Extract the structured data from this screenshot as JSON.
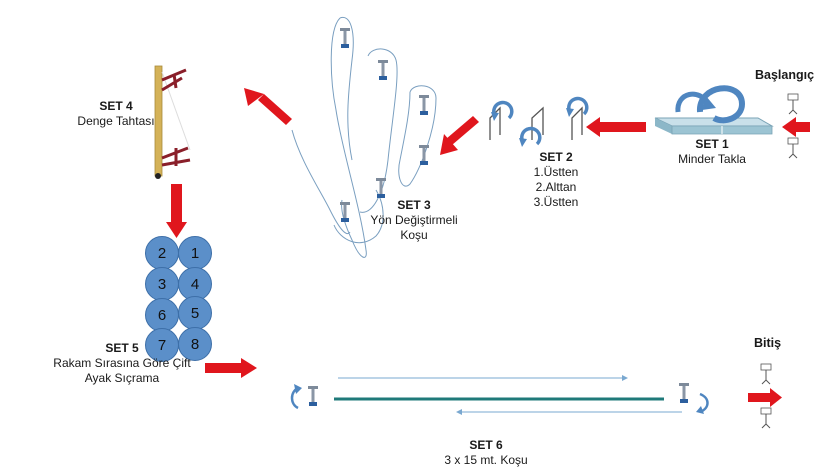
{
  "start_label": "Başlangıç",
  "finish_label": "Bitiş",
  "colors": {
    "arrow": "#e0161d",
    "course_line": "#1f7a7a",
    "circle": "#5b8fc9",
    "path": "#7a9fc0",
    "mat": "#a9cbd8"
  },
  "set1": {
    "title": "SET 1",
    "subtitle": "Minder Takla"
  },
  "set2": {
    "title": "SET 2",
    "items": [
      "1.Üstten",
      "2.Alttan",
      "3.Üstten"
    ]
  },
  "set3": {
    "title": "SET 3",
    "line1": "Yön Değiştirmeli",
    "line2": "Koşu"
  },
  "set4": {
    "title": "SET 4",
    "subtitle": "Denge Tahtası"
  },
  "set5": {
    "title": "SET 5",
    "line1": "Rakam Sırasına Göre Çift",
    "line2": "Ayak Sıçrama",
    "circles": [
      [
        "2",
        "1"
      ],
      [
        "3",
        "4"
      ],
      [
        "6",
        "5"
      ],
      [
        "7",
        "8"
      ]
    ]
  },
  "set6": {
    "title": "SET 6",
    "subtitle": "3 x 15 mt. Koşu"
  },
  "icons": [
    "red-arrow-icon",
    "cone-marker-icon",
    "hurdle-icon",
    "rotate-arrow-icon",
    "balance-beam-icon",
    "gym-mat-icon"
  ]
}
